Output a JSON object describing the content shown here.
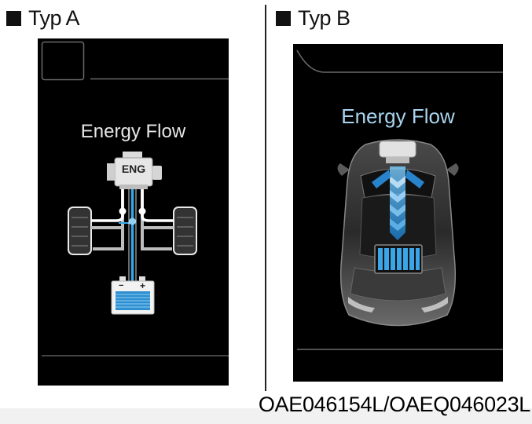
{
  "type_a": {
    "label": "Typ A",
    "screen_title": "Energy Flow",
    "engine_label": "ENG",
    "battery_minus": "−",
    "battery_plus": "+"
  },
  "type_b": {
    "label": "Typ B",
    "screen_title": "Energy Flow"
  },
  "caption": "OAE046154L/OAEQ046023L",
  "colors": {
    "title_a": "#e6e6e6",
    "title_b": "#a9d4ee",
    "flow_blue": "#3aa6e8",
    "screen_bg": "#000000"
  }
}
